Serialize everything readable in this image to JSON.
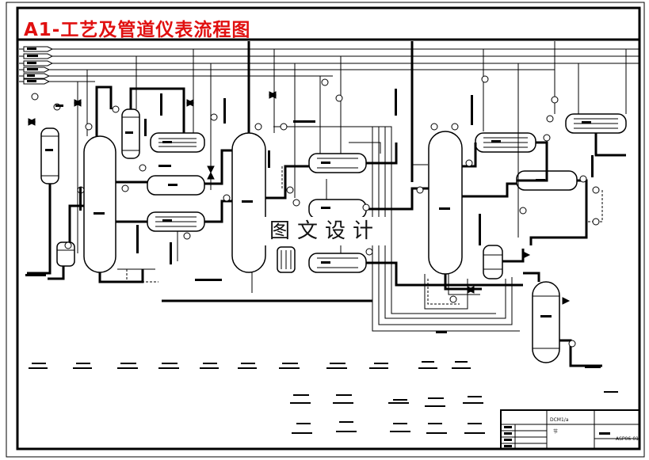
{
  "drawing": {
    "title": "A1-工艺及管道仪表流程图",
    "watermark": "图文设计"
  },
  "title_block": {
    "text_1": "DCM1/a",
    "text_2": "节",
    "text_3": "",
    "drawing_code": "ASP06-01"
  },
  "colors": {
    "title": "#e01010",
    "line": "#000000",
    "background": "#ffffff"
  }
}
